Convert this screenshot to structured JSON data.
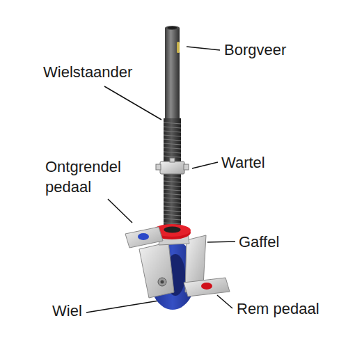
{
  "diagram": {
    "labels": [
      "Borgveer",
      "Wielstaander",
      "Wartel",
      "Ontgrendel pedaal",
      "Gaffel",
      "Wiel",
      "Rem pedaal"
    ]
  }
}
